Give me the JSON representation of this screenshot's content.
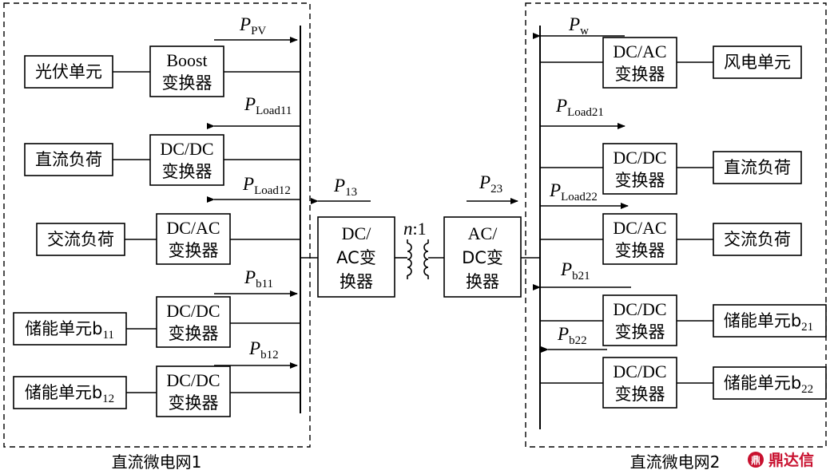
{
  "microgrid1": {
    "caption": "直流微电网1",
    "sources": [
      {
        "label": "光伏单元",
        "conv1": "Boost",
        "conv2": "变换器"
      },
      {
        "label": "直流负荷",
        "conv1": "DC/DC",
        "conv2": "变换器"
      },
      {
        "label": "交流负荷",
        "conv1": "DC/AC",
        "conv2": "变换器"
      },
      {
        "label": "储能单元b",
        "label_sub": "11",
        "conv1": "DC/DC",
        "conv2": "变换器"
      },
      {
        "label": "储能单元b",
        "label_sub": "12",
        "conv1": "DC/DC",
        "conv2": "变换器"
      }
    ],
    "powers": [
      {
        "p": "P",
        "sub": "PV"
      },
      {
        "p": "P",
        "sub": "Load11"
      },
      {
        "p": "P",
        "sub": "Load12"
      },
      {
        "p": "P",
        "sub": "b11"
      },
      {
        "p": "P",
        "sub": "b12"
      }
    ]
  },
  "microgrid2": {
    "caption": "直流微电网2",
    "sources": [
      {
        "label": "风电单元",
        "conv1": "DC/AC",
        "conv2": "变换器"
      },
      {
        "label": "直流负荷",
        "conv1": "DC/DC",
        "conv2": "变换器"
      },
      {
        "label": "交流负荷",
        "conv1": "DC/AC",
        "conv2": "变换器"
      },
      {
        "label": "储能单元b",
        "label_sub": "21",
        "conv1": "DC/DC",
        "conv2": "变换器"
      },
      {
        "label": "储能单元b",
        "label_sub": "22",
        "conv1": "DC/DC",
        "conv2": "变换器"
      }
    ],
    "powers": [
      {
        "p": "P",
        "sub": "w"
      },
      {
        "p": "P",
        "sub": "Load21"
      },
      {
        "p": "P",
        "sub": "Load22"
      },
      {
        "p": "P",
        "sub": "b21"
      },
      {
        "p": "P",
        "sub": "b22"
      }
    ]
  },
  "link": {
    "left_conv": [
      "DC/",
      "AC变",
      "换器"
    ],
    "right_conv": [
      "AC/",
      "DC变",
      "换器"
    ],
    "ratio_n": "n",
    "ratio_rest": ":1",
    "p13": {
      "p": "P",
      "sub": "13"
    },
    "p23": {
      "p": "P",
      "sub": "23"
    }
  },
  "logo": {
    "mark": "鼎",
    "text": "鼎达信"
  }
}
